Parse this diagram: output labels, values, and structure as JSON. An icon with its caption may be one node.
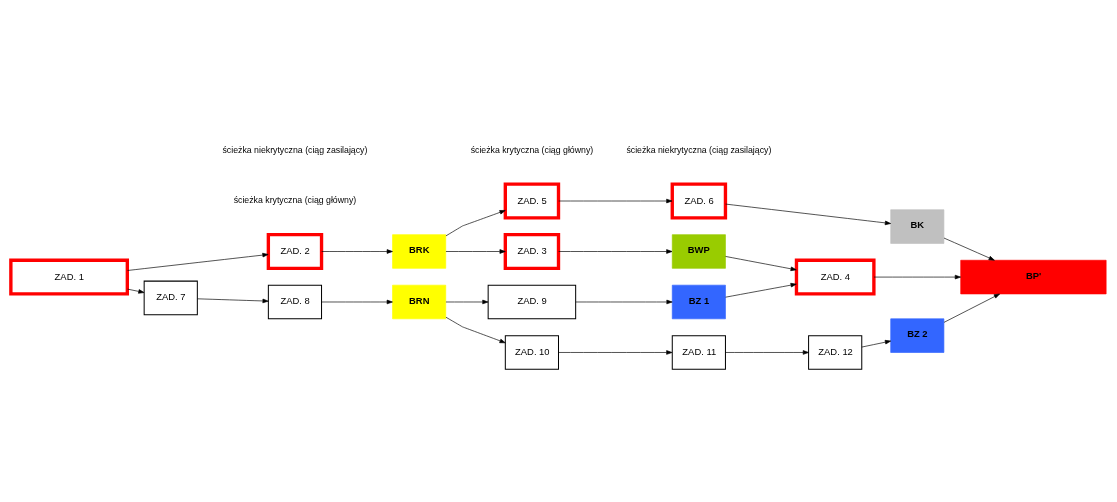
{
  "diagram": {
    "nodes": [
      {
        "text": [
          "ZAD. 5"
        ]
      },
      {
        "text": [
          "ZAD. 6"
        ]
      },
      {
        "text": [
          "BK"
        ]
      },
      {
        "text": [
          "ZAD. 1"
        ]
      },
      {
        "text": [
          "ZAD. 2"
        ]
      },
      {
        "text": [
          "BRK"
        ]
      },
      {
        "text": [
          "ZAD. 3"
        ]
      },
      {
        "text": [
          "BWP"
        ]
      },
      {
        "text": [
          "ZAD. 4"
        ]
      },
      {
        "text": [
          "BP'"
        ]
      },
      {
        "text": [
          "ZAD. 7"
        ]
      },
      {
        "text": [
          "ZAD. 8"
        ]
      },
      {
        "text": [
          "BRN"
        ]
      },
      {
        "text": [
          "ZAD. 9"
        ]
      },
      {
        "text": [
          "BZ 1"
        ]
      },
      {
        "text": [
          "ZAD. 10"
        ]
      },
      {
        "text": [
          "ZAD. 11"
        ]
      },
      {
        "text": [
          "ZAD. 12"
        ]
      },
      {
        "text": [
          "BZ 2"
        ]
      }
    ],
    "edges": [
      {
        "from": 3,
        "to": 4,
        "arrow": "to"
      },
      {
        "from": 4,
        "to": 5,
        "arrow": "to"
      },
      {
        "from": 5,
        "to": 0,
        "arrow": "to"
      },
      {
        "from": 0,
        "to": 1,
        "arrow": "to"
      },
      {
        "from": 1,
        "to": 2,
        "arrow": "to"
      },
      {
        "from": 2,
        "to": 9,
        "arrow": "to"
      },
      {
        "from": 5,
        "to": 6,
        "arrow": "to"
      },
      {
        "from": 6,
        "to": 7,
        "arrow": "to"
      },
      {
        "from": 7,
        "to": 8,
        "arrow": "to"
      },
      {
        "from": 8,
        "to": 9,
        "arrow": "to"
      },
      {
        "from": 3,
        "to": 10,
        "arrow": "to"
      },
      {
        "from": 10,
        "to": 11,
        "arrow": "to"
      },
      {
        "from": 11,
        "to": 12,
        "arrow": "to"
      },
      {
        "from": 12,
        "to": 13,
        "arrow": "to"
      },
      {
        "from": 13,
        "to": 14,
        "arrow": "to"
      },
      {
        "from": 14,
        "to": 8,
        "arrow": "to"
      },
      {
        "from": 12,
        "to": 15,
        "arrow": "to"
      },
      {
        "from": 15,
        "to": 16,
        "arrow": "to"
      },
      {
        "from": 16,
        "to": 17,
        "arrow": "to"
      },
      {
        "from": 17,
        "to": 18,
        "arrow": "to"
      },
      {
        "from": 18,
        "to": 9,
        "arrow": "to"
      }
    ],
    "labels": [
      "ścieżka krytyczna (ciąg główny)",
      "ścieżka krytyczna (ciąg główny)",
      "ścieżka niekrytyczna (ciąg zasilający)",
      "ścieżka niekrytyczna (ciąg zasilający)"
    ]
  }
}
